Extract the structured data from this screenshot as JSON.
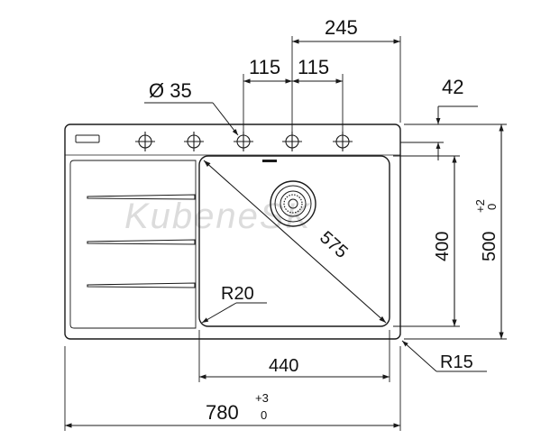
{
  "drawing": {
    "dimensions": {
      "top_overall": "245",
      "hole_spacing_left": "115",
      "hole_spacing_right": "115",
      "hole_diameter": "Ø 35",
      "right_offset": "42",
      "bowl_depth": "400",
      "overall_depth": "500",
      "overall_depth_tol_upper": "+2",
      "overall_depth_tol_lower": "0",
      "diagonal": "575",
      "inner_radius": "R20",
      "bowl_width": "440",
      "outer_radius": "R15",
      "overall_width": "780",
      "overall_width_tol_upper": "+3",
      "overall_width_tol_lower": "0"
    },
    "watermark": "KubeneSK"
  },
  "colors": {
    "line": "#1a1a1a",
    "fill": "#ffffff",
    "watermark": "#dcdcdc"
  }
}
